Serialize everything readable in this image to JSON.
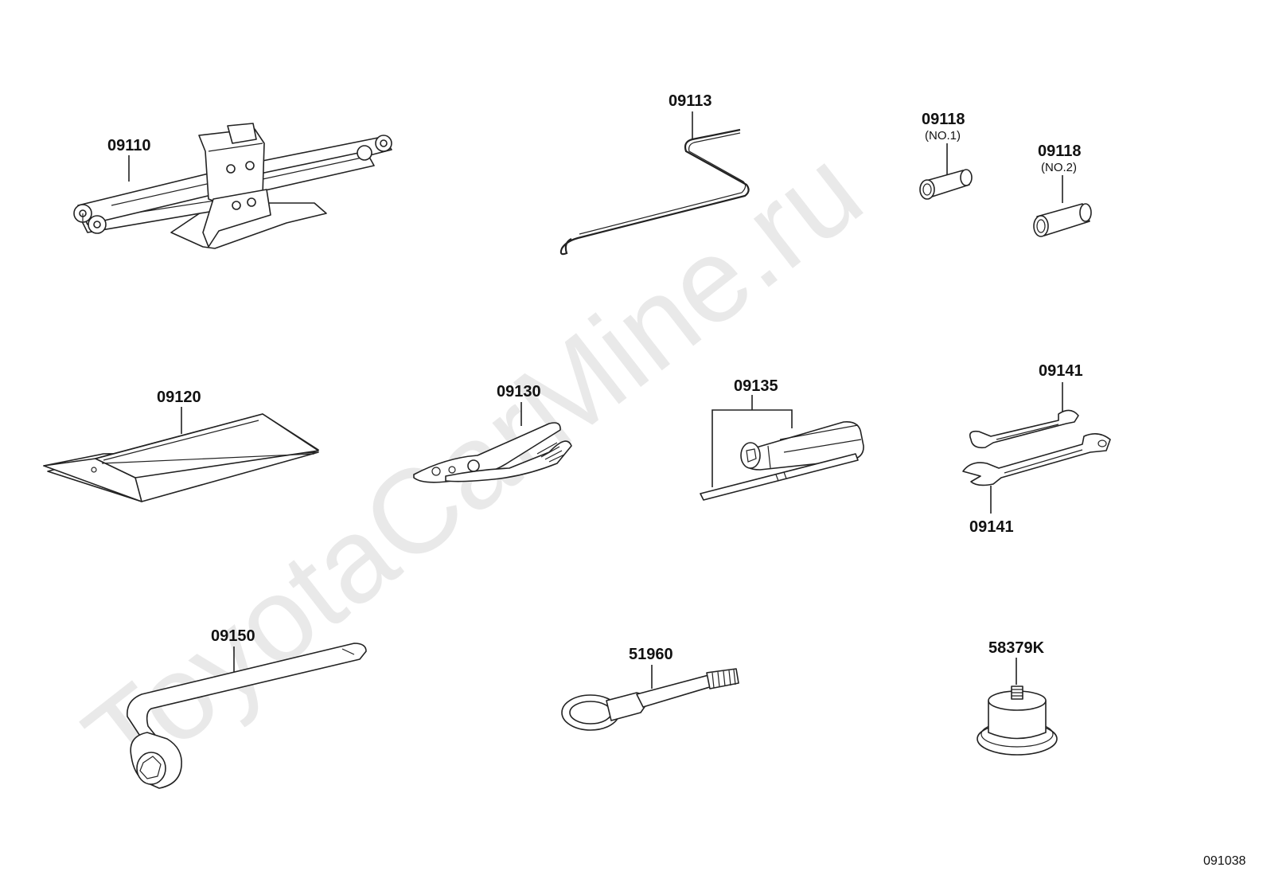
{
  "watermark": "ToyotaCarMine.ru",
  "figure_code": "091038",
  "parts": [
    {
      "id": "jack",
      "number": "09110",
      "name_tag": ""
    },
    {
      "id": "jack-handle",
      "number": "09113",
      "name_tag": ""
    },
    {
      "id": "adapter-no1",
      "number": "09118",
      "name_tag": "(NO.1)"
    },
    {
      "id": "adapter-no2",
      "number": "09118",
      "name_tag": "(NO.2)"
    },
    {
      "id": "tool-bag",
      "number": "09120",
      "name_tag": ""
    },
    {
      "id": "pliers",
      "number": "09130",
      "name_tag": ""
    },
    {
      "id": "screwdriver",
      "number": "09135",
      "name_tag": ""
    },
    {
      "id": "wrench-upper",
      "number": "09141",
      "name_tag": ""
    },
    {
      "id": "wrench-lower",
      "number": "09141",
      "name_tag": ""
    },
    {
      "id": "lug-wrench",
      "number": "09150",
      "name_tag": ""
    },
    {
      "id": "towing-eye",
      "number": "51960",
      "name_tag": ""
    },
    {
      "id": "spacer",
      "number": "58379K",
      "name_tag": ""
    }
  ]
}
